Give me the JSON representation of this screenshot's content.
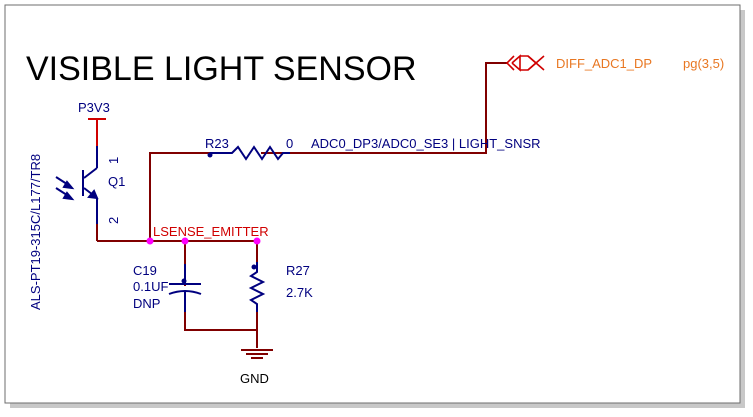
{
  "title": "VISIBLE LIGHT SENSOR",
  "offpage": {
    "net": "DIFF_ADC1_DP",
    "ref": "pg(3,5)"
  },
  "power": {
    "name": "P3V3"
  },
  "ground": {
    "name": "GND"
  },
  "q1": {
    "ref": "Q1",
    "part": "ALS-PT19-315C/L177/TR8",
    "pin1": "1",
    "pin2": "2"
  },
  "r23": {
    "ref": "R23",
    "value": "0"
  },
  "adc_net": "ADC0_DP3/ADC0_SE3 | LIGHT_SNSR",
  "emitter_net": "LSENSE_EMITTER",
  "c19": {
    "ref": "C19",
    "value": "0.1UF",
    "note": "DNP"
  },
  "r27": {
    "ref": "R27",
    "value": "2.7K"
  },
  "colors": {
    "wire": "#800000",
    "component": "#00007f",
    "net_label": "#d00000",
    "offpage": "#e87722",
    "junction": "#ff00ff",
    "title": "#000000"
  }
}
